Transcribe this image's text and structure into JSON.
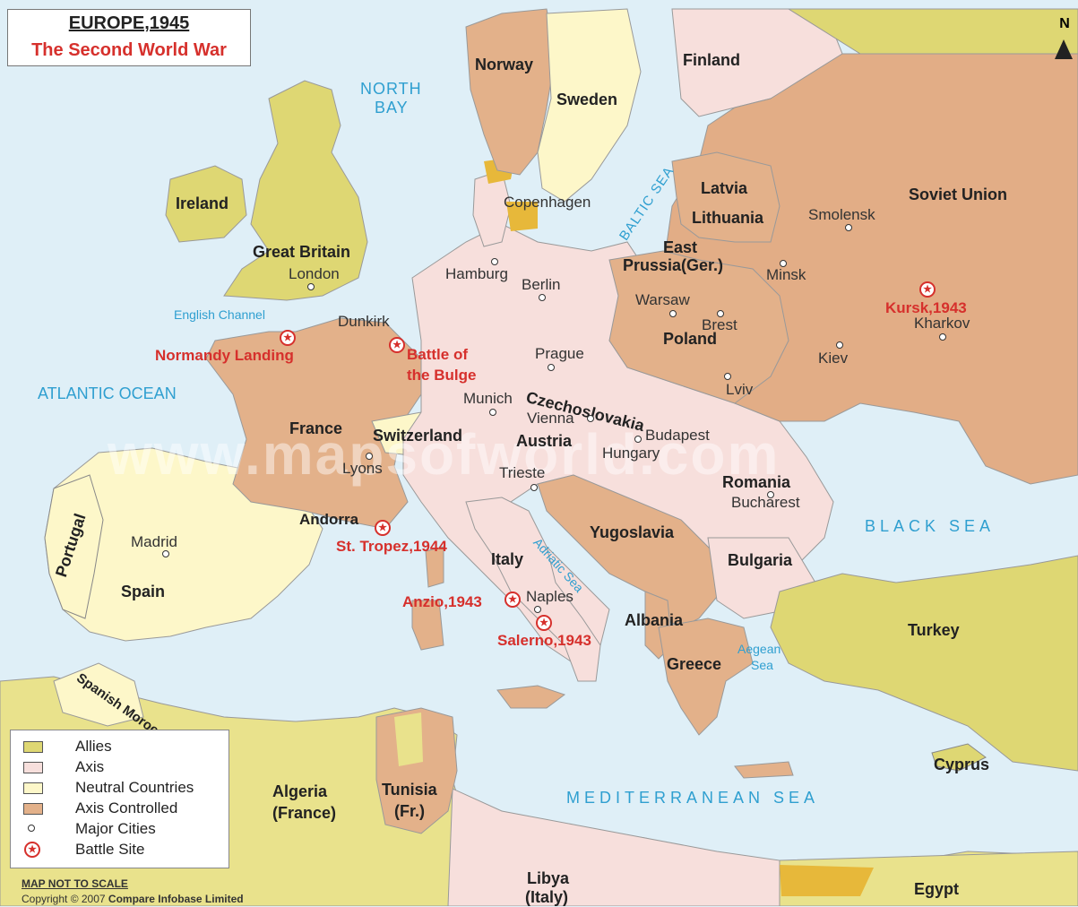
{
  "title": {
    "line1": "EUROPE,1945",
    "line2": "The Second World War"
  },
  "compass": {
    "label": "N"
  },
  "colors": {
    "sea": "#dfeff7",
    "allies": "#ded773",
    "axis": "#f7dfdc",
    "neutral": "#fdf7c9",
    "axis_controlled": "#e3b18a",
    "soviet": "#e2ad86",
    "northafrica": "#e9e28c",
    "battle": "#d6302c",
    "water_label": "#2f9fd0"
  },
  "countries": {
    "norway": "Norway",
    "sweden": "Sweden",
    "finland": "Finland",
    "ireland": "Ireland",
    "great_britain": "Great Britain",
    "latvia": "Latvia",
    "lithuania": "Lithuania",
    "soviet_union": "Soviet Union",
    "east_prussia_1": "East",
    "east_prussia_2": "Prussia(Ger.)",
    "poland": "Poland",
    "czechoslovakia": "Czechoslovakia",
    "france": "France",
    "switzerland": "Switzerland",
    "austria": "Austria",
    "hungary": "Hungary",
    "romania": "Romania",
    "yugoslavia": "Yugoslavia",
    "bulgaria": "Bulgaria",
    "italy": "Italy",
    "albania": "Albania",
    "greece": "Greece",
    "turkey": "Turkey",
    "cyprus": "Cyprus",
    "portugal": "Portugal",
    "spain": "Spain",
    "andorra": "Andorra",
    "spanish_morocco": "Spanish Morocco",
    "algeria_1": "Algeria",
    "algeria_2": "(France)",
    "tunisia_1": "Tunisia",
    "tunisia_2": "(Fr.)",
    "libya_1": "Libya",
    "libya_2": "(Italy)",
    "egypt": "Egypt"
  },
  "cities": {
    "copenhagen": "Copenhagen",
    "london": "London",
    "hamburg": "Hamburg",
    "berlin": "Berlin",
    "dunkirk": "Dunkirk",
    "warsaw": "Warsaw",
    "brest": "Brest",
    "minsk": "Minsk",
    "smolensk": "Smolensk",
    "kharkov": "Kharkov",
    "kiev": "Kiev",
    "lviv": "Lviv",
    "prague": "Prague",
    "munich": "Munich",
    "vienna": "Vienna",
    "budapest": "Budapest",
    "lyons": "Lyons",
    "trieste": "Trieste",
    "bucharest": "Bucharest",
    "madrid": "Madrid",
    "naples": "Naples"
  },
  "waters": {
    "north_bay_1": "NORTH",
    "north_bay_2": "BAY",
    "baltic_sea": "BALTIC SEA",
    "english_channel": "English Channel",
    "atlantic_ocean": "ATLANTIC OCEAN",
    "black_sea": "BLACK  SEA",
    "adriatic_sea": "Adriatic Sea",
    "aegean_sea_1": "Aegean",
    "aegean_sea_2": "Sea",
    "mediterranean_sea": "MEDITERRANEAN  SEA"
  },
  "battles": {
    "normandy": "Normandy Landing",
    "bulge_1": "Battle of",
    "bulge_2": "the Bulge",
    "kursk": "Kursk,1943",
    "st_tropez": "St. Tropez,1944",
    "anzio": "Anzio,1943",
    "salerno": "Salerno,1943"
  },
  "legend": {
    "items": [
      {
        "label": "Allies",
        "color": "#ded773",
        "kind": "swatch"
      },
      {
        "label": "Axis",
        "color": "#f7dfdc",
        "kind": "swatch"
      },
      {
        "label": "Neutral Countries",
        "color": "#fdf7c9",
        "kind": "swatch"
      },
      {
        "label": "Axis Controlled",
        "color": "#e3b18a",
        "kind": "swatch"
      },
      {
        "label": "Major Cities",
        "color": "#ffffff",
        "kind": "city"
      },
      {
        "label": "Battle Site",
        "color": "#d6302c",
        "kind": "battle"
      }
    ]
  },
  "footer": {
    "scale_note": "MAP NOT TO SCALE",
    "copyright": "Copyright © 2007 ",
    "publisher": "Compare Infobase Limited"
  },
  "watermark": "www.mapsofworld.com"
}
